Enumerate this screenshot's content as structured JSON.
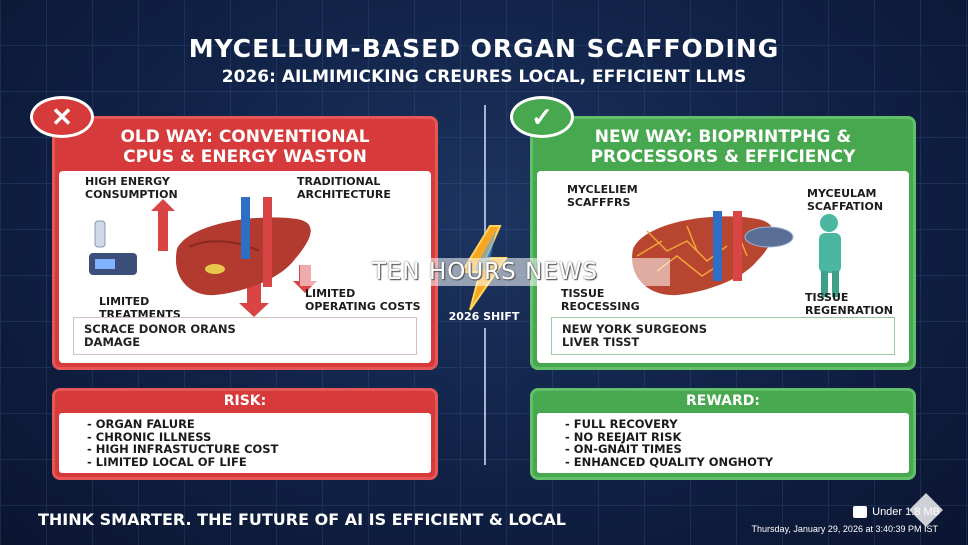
{
  "header": {
    "title": "MYCELLUM-BASED ORGAN SCAFFODING",
    "subtitle": "2026: AILMIMICKING CREURES LOCAL, EFFICIENT LLMS"
  },
  "old_panel": {
    "heading_line1": "OLD WAY: CONVENTIONAL",
    "heading_line2": "CPUS & ENERGY WASTON",
    "labels": {
      "high_energy_1": "HIGH ENERGY",
      "high_energy_2": "CONSUMPTION",
      "traditional_1": "TRADITIONAL",
      "traditional_2": "ARCHITECTURE",
      "limited_treat_1": "LIMITED",
      "limited_treat_2": "TREATMENTS",
      "limited_cost_1": "LIMITED",
      "limited_cost_2": "OPERATING COSTS"
    },
    "note_line1": "SCRACE DONOR ORANS",
    "note_line2": "DAMAGE"
  },
  "new_panel": {
    "heading_line1": "NEW WAY: BIOPRINTPHG &",
    "heading_line2": "PROCESSORS & EFFICIENCY",
    "labels": {
      "mycel_1": "MYCLELIEM",
      "mycel_2": "SCAFFFRS",
      "myceulam_1": "MYCEULAM",
      "myceulam_2": "SCAFFATION",
      "tissue_rec_1": "TISSUE",
      "tissue_rec_2": "REOCESSING",
      "tissue_regen_1": "TISSUE",
      "tissue_regen_2": "REGENRATION"
    },
    "note_line1": "NEW YORK SURGEONS",
    "note_line2": "LIVER TISST"
  },
  "risk": {
    "heading": "RISK:",
    "items": [
      "- ORGAN FALURE",
      "- CHRONIC ILLNESS",
      "- HIGH INFRASTUCTURE COST",
      "- LIMITED LOCAL OF LIFE"
    ]
  },
  "reward": {
    "heading": "REWARD:",
    "items": [
      "- FULL RECOVERY",
      "- NO REEJAIT RISK",
      "- ON-GNAIT TIMES",
      "- ENHANCED QUALITY ONGHOTY"
    ]
  },
  "center": {
    "shift_label": "2026 SHIFT",
    "watermark": "TEN HOURS NEWS"
  },
  "footer": {
    "tagline": "THINK SMARTER. THE FUTURE OF AI IS EFFICIENT & LOCAL",
    "size": "Under 1.8 MB",
    "timestamp": "Thursday, January 29, 2026 at 3:40:39 PM IST"
  },
  "colors": {
    "old_red": "#d63a3a",
    "new_green": "#48a84f",
    "background": "#12244a"
  },
  "icons": {
    "old_badge": "x-icon",
    "new_badge": "check-icon",
    "center": "lightning-icon"
  }
}
